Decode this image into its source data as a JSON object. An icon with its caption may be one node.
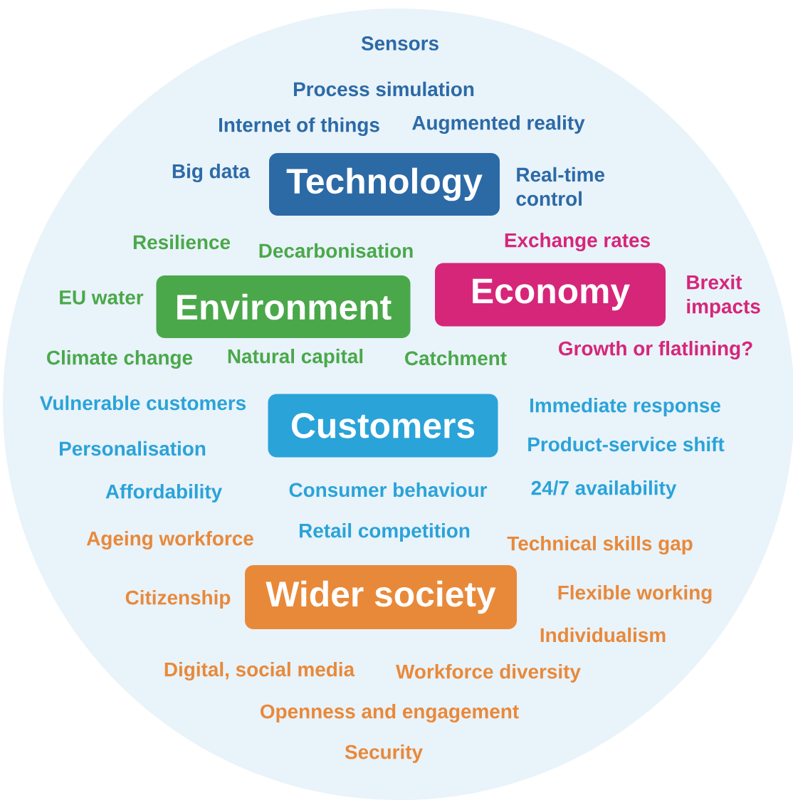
{
  "diagram": {
    "nodes": [
      {
        "text": [
          "Technology"
        ],
        "beside": [
          "Sensors",
          "Process simulation",
          "Internet of things",
          "Augmented reality",
          "Big data",
          "Real-time control"
        ]
      },
      {
        "text": [
          "Environment"
        ],
        "beside": [
          "Resilience",
          "Decarbonisation",
          "EU water",
          "Climate change",
          "Natural capital",
          "Catchment"
        ]
      },
      {
        "text": [
          "Economy"
        ],
        "beside": [
          "Exchange rates",
          "Brexit impacts",
          "Growth or flatlining?"
        ]
      },
      {
        "text": [
          "Customers"
        ],
        "beside": [
          "Vulnerable customers",
          "Immediate response",
          "Personalisation",
          "Product-service shift",
          "Affordability",
          "Consumer behaviour",
          "24/7 availability",
          "Retail competition"
        ]
      },
      {
        "text": [
          "Wider society"
        ],
        "beside": [
          "Ageing workforce",
          "Technical skills gap",
          "Citizenship",
          "Flexible working",
          "Individualism",
          "Digital, social media",
          "Workforce diversity",
          "Openness and engagement",
          "Security"
        ]
      }
    ]
  }
}
